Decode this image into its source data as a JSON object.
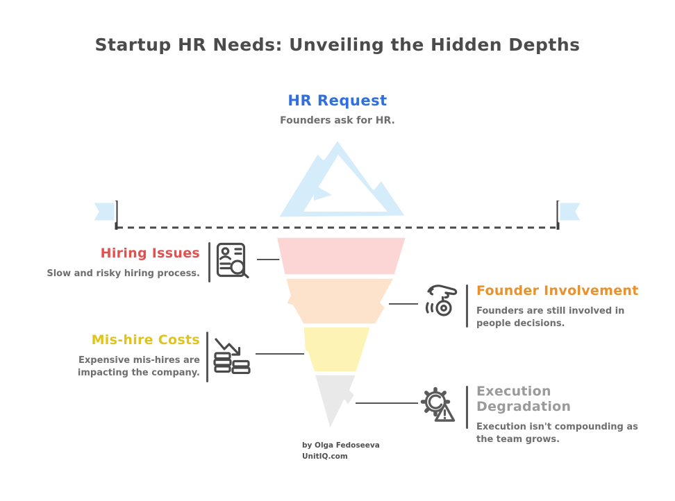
{
  "title": "Startup HR Needs: Unveiling the Hidden Depths",
  "surface": {
    "label": "HR Request",
    "description": "Founders ask for HR.",
    "label_color": "#2f6fe0",
    "icon": "mountain-icon"
  },
  "waterline": {
    "left_icon": "flag-icon",
    "right_icon": "flag-icon"
  },
  "layers": [
    {
      "name": "Hiring Issues",
      "description": "Slow and risky hiring process.",
      "name_color": "#e4504e",
      "fill": "#fcd6d5",
      "icon": "resume-search-icon",
      "side": "left"
    },
    {
      "name": "Founder Involvement",
      "description": "Founders are still involved in people decisions.",
      "name_color": "#e8912d",
      "fill": "#fde3cc",
      "icon": "hand-yoyo-icon",
      "side": "right"
    },
    {
      "name": "Mis-hire Costs",
      "description": "Expensive mis-hires are impacting the company.",
      "name_color": "#e0c41c",
      "fill": "#fdf3b4",
      "icon": "money-loss-icon",
      "side": "left"
    },
    {
      "name": "Execution Degradation",
      "description": "Execution isn't compounding as the team grows.",
      "name_color": "#9a9a9a",
      "fill": "#e9e9e9",
      "icon": "gear-warning-icon",
      "side": "right"
    }
  ],
  "colors": {
    "ice": "#d5ecfb",
    "title_text": "#4b4b4b",
    "muted_text": "#6e6e6e",
    "line": "#4a4a4a"
  },
  "footer": {
    "byline": "by Olga Fedoseeva",
    "site": "UnitIQ.com"
  }
}
